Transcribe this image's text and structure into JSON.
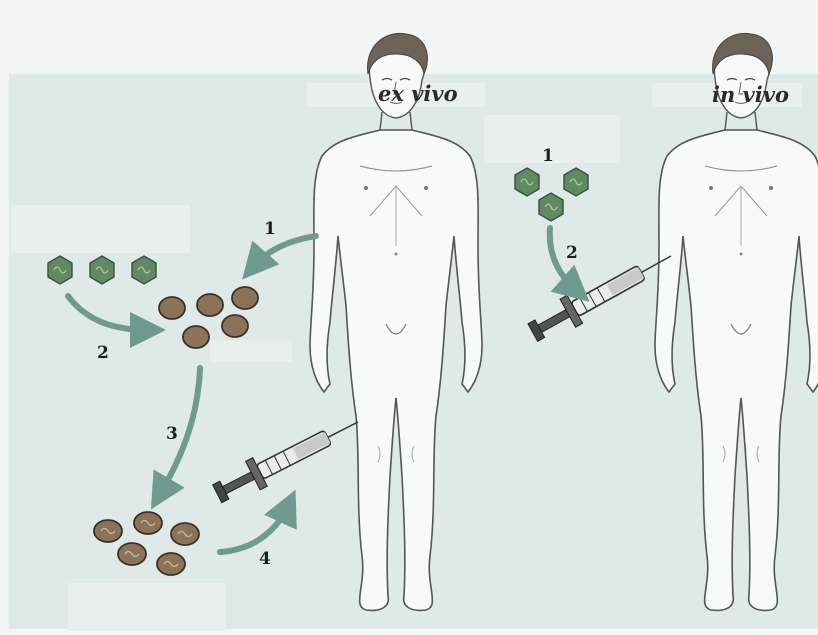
{
  "labels": {
    "ex_vivo": "ex vivo",
    "in_vivo": "in vivo"
  },
  "steps": {
    "ex_1": "1",
    "ex_2": "2",
    "ex_3": "3",
    "ex_4": "4",
    "in_1": "1",
    "in_2": "2"
  },
  "colors": {
    "panel_bg": "#dfe9e8",
    "arrow": "#6f9a91",
    "virus_fill": "#5f8a63",
    "cell_fill": "#8d725a",
    "body_fill": "#f8faf9",
    "hair": "#6b6258"
  }
}
